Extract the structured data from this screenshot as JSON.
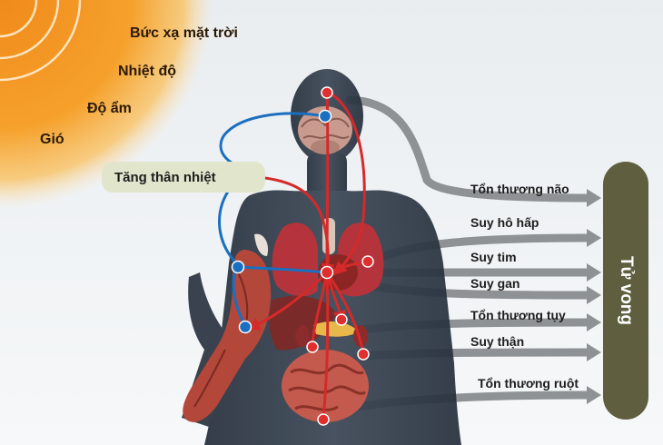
{
  "environment": {
    "factors": [
      "Bức xạ mặt trời",
      "Nhiệt độ",
      "Độ ẩm",
      "Gió"
    ]
  },
  "hyperthermia_label": "Tăng thân nhiệt",
  "outcomes": [
    "Tổn thương não",
    "Suy hô hấp",
    "Suy tim",
    "Suy gan",
    "Tổn thương tụy",
    "Suy thận",
    "Tổn thương ruột"
  ],
  "death_label": "Tử vong",
  "colors": {
    "sun": "#f39a1e",
    "heat_box": "#e1e5cb",
    "death_bar": "#5f5e3f",
    "body": "#2f3846",
    "blue_path": "#1a6fc0",
    "red_path": "#d42a2a",
    "gray_arrow": "#8f9294"
  }
}
